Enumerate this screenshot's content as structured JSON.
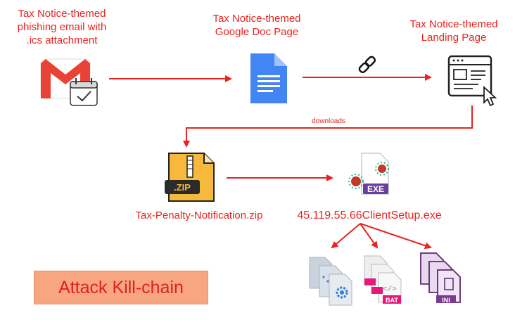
{
  "nodes": {
    "email": {
      "label_line1": "Tax Notice-themed",
      "label_line2": "phishing email with",
      "label_line3": ".ics attachment",
      "icon": "gmail-calendar-icon"
    },
    "gdoc": {
      "label_line1": "Tax Notice-themed",
      "label_line2": "Google Doc Page",
      "icon": "google-doc-icon"
    },
    "landing": {
      "label_line1": "Tax Notice-themed",
      "label_line2": "Landing Page",
      "icon": "webpage-cursor-icon"
    },
    "zip": {
      "label": "Tax-Penalty-Notification.zip",
      "icon": "zip-file-icon",
      "badge": ".ZIP"
    },
    "exe": {
      "label": "45.119.55.66ClientSetup.exe",
      "icon": "exe-malware-icon",
      "badge": "EXE"
    }
  },
  "payloads": [
    {
      "icon": "dll-gear-file-icon"
    },
    {
      "icon": "bat-file-icon",
      "badge": "BAT"
    },
    {
      "icon": "ini-file-icon",
      "badge": "INI"
    }
  ],
  "edges": {
    "gdoc_to_landing_icon": "link-icon",
    "landing_to_zip_label": "downloads"
  },
  "title": "Attack Kill-chain",
  "colors": {
    "accent_red": "#e8241f",
    "title_box": "#f8a680",
    "exe_purple": "#6b3fa0",
    "bat_pink": "#e6197a",
    "ini_purple": "#7a3b8f"
  }
}
